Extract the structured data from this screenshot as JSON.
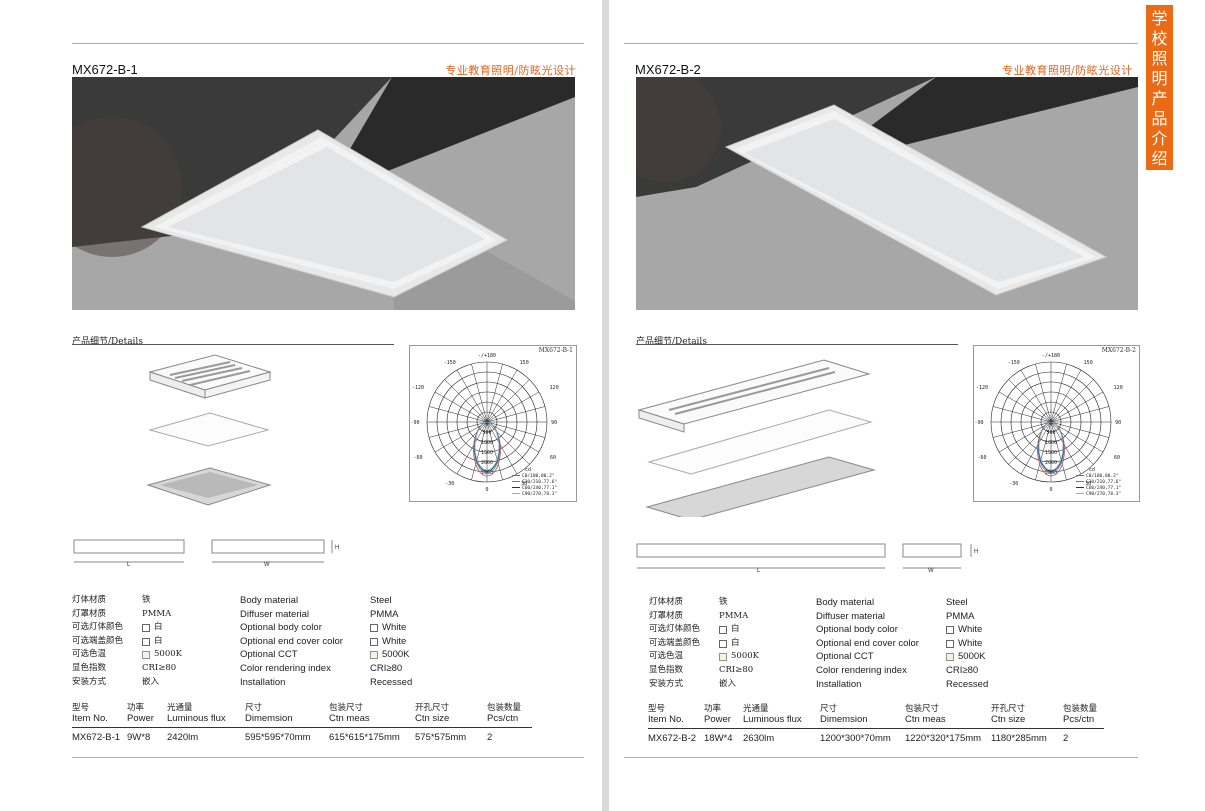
{
  "side_tab": [
    "学",
    "校",
    "照",
    "明",
    "产",
    "品",
    "介",
    "绍"
  ],
  "pages": [
    {
      "model": "MX672-B-1",
      "slogan": "专业教育照明/防眩光设计",
      "details_title": "产品细节/Details",
      "polar_tag": "MX672-B-1",
      "dim_labels": {
        "l": "L",
        "w": "W",
        "h": "H"
      },
      "specs_cn": [
        {
          "label": "灯体材质",
          "value": "铁",
          "box": ""
        },
        {
          "label": "灯罩材质",
          "value": "PMMA",
          "box": ""
        },
        {
          "label": "可选灯体颜色",
          "value": "白",
          "box": "white"
        },
        {
          "label": "可选端盖颜色",
          "value": "白",
          "box": "white"
        },
        {
          "label": "可选色温",
          "value": "5000K",
          "box": "green"
        },
        {
          "label": "显色指数",
          "value": "CRI≥80",
          "box": ""
        },
        {
          "label": "安装方式",
          "value": "嵌入",
          "box": ""
        }
      ],
      "specs_en": [
        {
          "label": "Body material",
          "value": "Steel",
          "box": ""
        },
        {
          "label": "Diffuser material",
          "value": "PMMA",
          "box": ""
        },
        {
          "label": "Optional body color",
          "value": "White",
          "box": "white"
        },
        {
          "label": "Optional end cover color",
          "value": "White",
          "box": "white"
        },
        {
          "label": "Optional CCT",
          "value": "5000K",
          "box": "green"
        },
        {
          "label": "Color rendering index",
          "value": "CRI≥80",
          "box": ""
        },
        {
          "label": "Installation",
          "value": "Recessed",
          "box": ""
        }
      ],
      "table": {
        "headers_cn": [
          "型号",
          "功率",
          "光通量",
          "尺寸",
          "包装尺寸",
          "开孔尺寸",
          "包装数量"
        ],
        "headers_en": [
          "Item No.",
          "Power",
          "Luminous flux",
          "Dimemsion",
          "Ctn meas",
          "Ctn size",
          "Pcs/ctn"
        ],
        "row": [
          "MX672-B-1",
          "9W*8",
          "2420lm",
          "595*595*70mm",
          "615*615*175mm",
          "575*575mm",
          "2"
        ]
      }
    },
    {
      "model": "MX672-B-2",
      "slogan": "专业教育照明/防眩光设计",
      "details_title": "产品细节/Details",
      "polar_tag": "MX672-B-2",
      "dim_labels": {
        "l": "L",
        "w": "W",
        "h": "H"
      },
      "specs_cn": [
        {
          "label": "灯体材质",
          "value": "铁",
          "box": ""
        },
        {
          "label": "灯罩材质",
          "value": "PMMA",
          "box": ""
        },
        {
          "label": "可选灯体颜色",
          "value": "白",
          "box": "white"
        },
        {
          "label": "可选端盖颜色",
          "value": "白",
          "box": "white"
        },
        {
          "label": "可选色温",
          "value": "5000K",
          "box": "green"
        },
        {
          "label": "显色指数",
          "value": "CRI≥80",
          "box": ""
        },
        {
          "label": "安装方式",
          "value": "嵌入",
          "box": ""
        }
      ],
      "specs_en": [
        {
          "label": "Body material",
          "value": "Steel",
          "box": ""
        },
        {
          "label": "Diffuser material",
          "value": "PMMA",
          "box": ""
        },
        {
          "label": "Optional body color",
          "value": "White",
          "box": "white"
        },
        {
          "label": "Optional end cover color",
          "value": "White",
          "box": "white"
        },
        {
          "label": "Optional CCT",
          "value": "5000K",
          "box": "green"
        },
        {
          "label": "Color rendering index",
          "value": "CRI≥80",
          "box": ""
        },
        {
          "label": "Installation",
          "value": "Recessed",
          "box": ""
        }
      ],
      "table": {
        "headers_cn": [
          "型号",
          "功率",
          "光通量",
          "尺寸",
          "包装尺寸",
          "开孔尺寸",
          "包装数量"
        ],
        "headers_en": [
          "Item No.",
          "Power",
          "Luminous flux",
          "Dimemsion",
          "Ctn meas",
          "Ctn size",
          "Pcs/ctn"
        ],
        "row": [
          "MX672-B-2",
          "18W*4",
          "2630lm",
          "1200*300*70mm",
          "1220*320*175mm",
          "1180*285mm",
          "2"
        ]
      }
    }
  ],
  "polar": {
    "angle_labels": [
      "-/+180",
      "-150",
      "150",
      "-120",
      "120",
      "-90",
      "90",
      "-60",
      "60",
      "-30",
      "30",
      "0"
    ],
    "radial_labels": [
      "500",
      "1000",
      "1500",
      "2000",
      "2500"
    ],
    "unit": "cd",
    "legend": [
      {
        "text": "C0/180,80.2°",
        "color": "#c0504d"
      },
      {
        "text": "C30/210,77.6°",
        "color": "#4f81bd"
      },
      {
        "text": "C60/240,77.1°",
        "color": "#333333"
      },
      {
        "text": "C90/270,78.3°",
        "color": "#7fb3d5"
      }
    ]
  }
}
